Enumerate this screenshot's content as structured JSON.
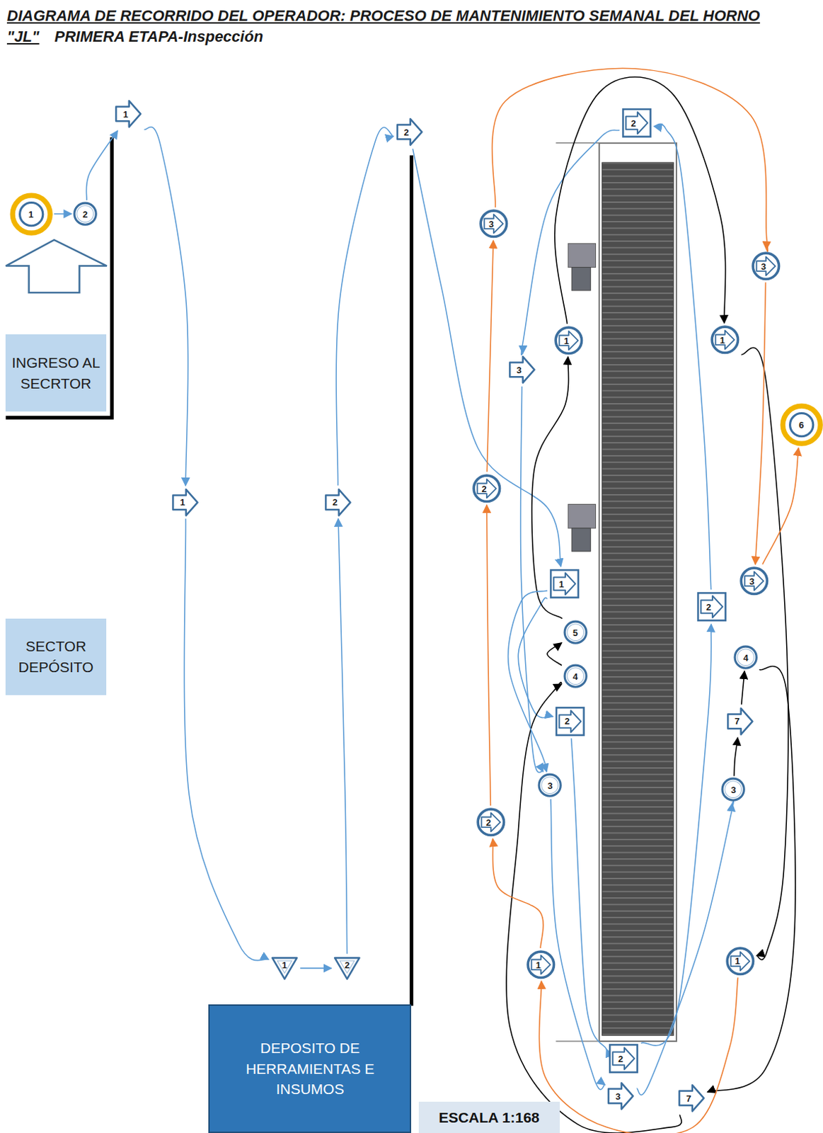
{
  "diagram": {
    "title": "DIAGRAMA DE RECORRIDO DEL OPERADOR: PROCESO DE MANTENIMIENTO SEMANAL DEL HORNO \"JL\"",
    "nodes": [
      {
        "text": [
          "INGRESO AL SECRTOR"
        ]
      },
      {
        "text": [
          "SECTOR DEPÓSITO"
        ]
      },
      {
        "text": [
          "DEPOSITO DE HERRAMIENTAS E INSUMOS"
        ]
      },
      {
        "text": [
          "ESCALA 1:168"
        ]
      },
      {
        "text": [
          "1"
        ]
      },
      {
        "text": [
          "2"
        ]
      },
      {
        "text": [
          "1"
        ]
      },
      {
        "text": [
          "1"
        ]
      },
      {
        "text": [
          "1"
        ]
      },
      {
        "text": [
          "2"
        ]
      },
      {
        "text": [
          "2"
        ]
      },
      {
        "text": [
          "2"
        ]
      },
      {
        "text": [
          "1"
        ]
      },
      {
        "text": [
          "2"
        ]
      },
      {
        "text": [
          "2"
        ]
      },
      {
        "text": [
          "2"
        ]
      },
      {
        "text": [
          "2"
        ]
      },
      {
        "text": [
          "3"
        ]
      },
      {
        "text": [
          "3"
        ]
      },
      {
        "text": [
          "3"
        ]
      },
      {
        "text": [
          "3"
        ]
      },
      {
        "text": [
          "7"
        ]
      },
      {
        "text": [
          "4"
        ]
      },
      {
        "text": [
          "7"
        ]
      },
      {
        "text": [
          "4"
        ]
      },
      {
        "text": [
          "5"
        ]
      },
      {
        "text": [
          "1"
        ]
      },
      {
        "text": [
          "1"
        ]
      },
      {
        "text": [
          "1"
        ]
      },
      {
        "text": [
          "1"
        ]
      },
      {
        "text": [
          "2"
        ]
      },
      {
        "text": [
          "2"
        ]
      },
      {
        "text": [
          "3"
        ]
      },
      {
        "text": [
          "3"
        ]
      },
      {
        "text": [
          "3"
        ]
      },
      {
        "text": [
          "6"
        ]
      }
    ],
    "edges": [
      {
        "from": 4,
        "to": 5,
        "arrow": "to"
      },
      {
        "from": 5,
        "to": 6,
        "arrow": "to"
      },
      {
        "from": 6,
        "to": 7,
        "arrow": "to"
      },
      {
        "from": 7,
        "to": 8,
        "arrow": "to"
      },
      {
        "from": 8,
        "to": 9,
        "arrow": "to"
      },
      {
        "from": 9,
        "to": 10,
        "arrow": "to"
      },
      {
        "from": 10,
        "to": 11,
        "arrow": "to"
      },
      {
        "from": 11,
        "to": 12,
        "arrow": "to"
      },
      {
        "from": 12,
        "to": 13,
        "arrow": "to"
      },
      {
        "from": 13,
        "to": 14,
        "arrow": "to"
      },
      {
        "from": 14,
        "to": 15,
        "arrow": "to"
      },
      {
        "from": 15,
        "to": 16,
        "arrow": "to"
      },
      {
        "from": 16,
        "to": 17,
        "arrow": "to"
      },
      {
        "from": 17,
        "to": 18,
        "arrow": "to"
      },
      {
        "from": 18,
        "to": 19,
        "arrow": "to"
      },
      {
        "from": 19,
        "to": 20,
        "arrow": "to"
      },
      {
        "from": 20,
        "to": 21,
        "arrow": "to"
      },
      {
        "from": 21,
        "to": 22,
        "arrow": "to"
      },
      {
        "from": 22,
        "to": 23,
        "arrow": "to"
      },
      {
        "from": 23,
        "to": 24,
        "arrow": "to"
      },
      {
        "from": 24,
        "to": 25,
        "arrow": "to"
      },
      {
        "from": 25,
        "to": 26,
        "arrow": "to"
      },
      {
        "from": 26,
        "to": 27,
        "arrow": "to"
      },
      {
        "from": 27,
        "to": 28,
        "arrow": "to"
      },
      {
        "from": 28,
        "to": 29,
        "arrow": "to"
      },
      {
        "from": 29,
        "to": 30,
        "arrow": "to"
      },
      {
        "from": 30,
        "to": 31,
        "arrow": "to"
      },
      {
        "from": 31,
        "to": 32,
        "arrow": "to"
      },
      {
        "from": 32,
        "to": 33,
        "arrow": "to"
      },
      {
        "from": 33,
        "to": 34,
        "arrow": "to"
      },
      {
        "from": 34,
        "to": 35,
        "arrow": "to"
      },
      {
        "from": 12,
        "to": 18,
        "arrow": "to"
      }
    ],
    "labels": [
      "PRIMERA ETAPA-Inspección"
    ]
  }
}
